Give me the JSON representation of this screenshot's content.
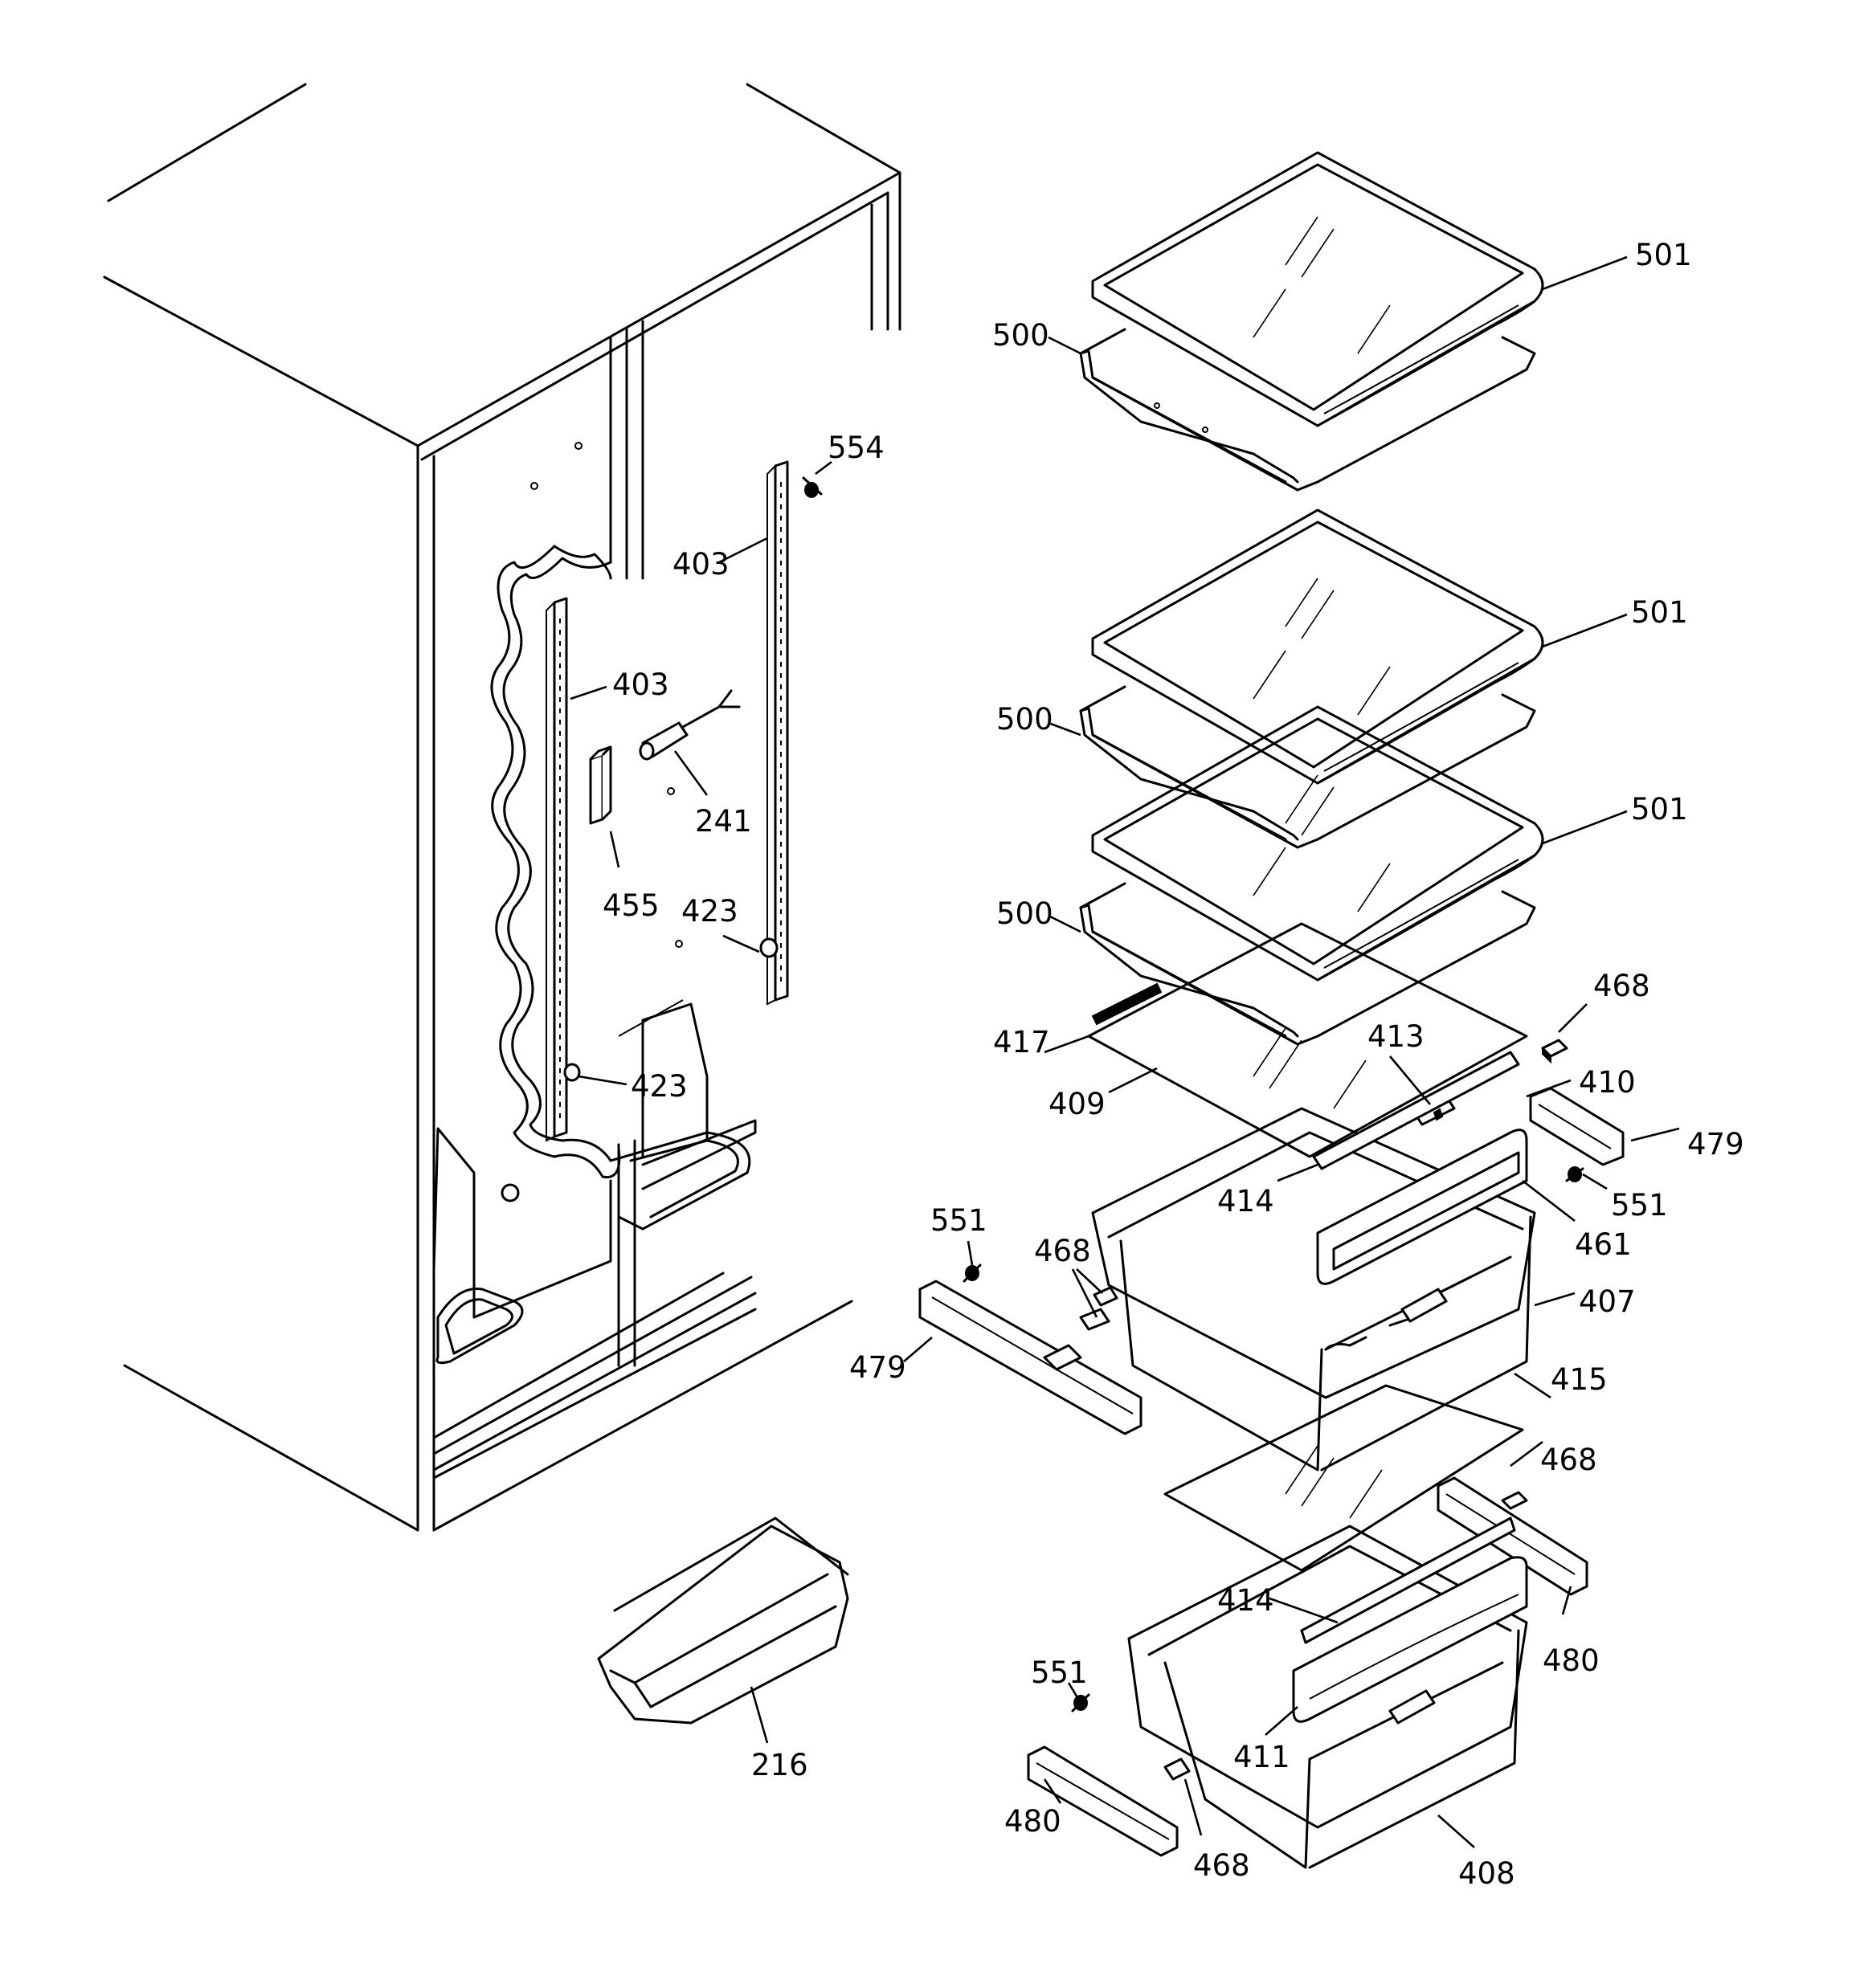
{
  "diagram": {
    "callouts": {
      "c501a": "501",
      "c500a": "500",
      "c554": "554",
      "c403a": "403",
      "c501b": "501",
      "c500b": "500",
      "c403b": "403",
      "c241": "241",
      "c501c": "501",
      "c500c": "500",
      "c455": "455",
      "c423a": "423",
      "c468a": "468",
      "c417": "417",
      "c413": "413",
      "c423b": "423",
      "c410": "410",
      "c409": "409",
      "c479a": "479",
      "c414a": "414",
      "c551a": "551",
      "c461": "461",
      "c551b": "551",
      "c468b": "468",
      "c407": "407",
      "c479b": "479",
      "c415": "415",
      "c468c": "468",
      "c414b": "414",
      "c480a": "480",
      "c551c": "551",
      "c216": "216",
      "c411": "411",
      "c480b": "480",
      "c468d": "468",
      "c408": "408"
    }
  }
}
